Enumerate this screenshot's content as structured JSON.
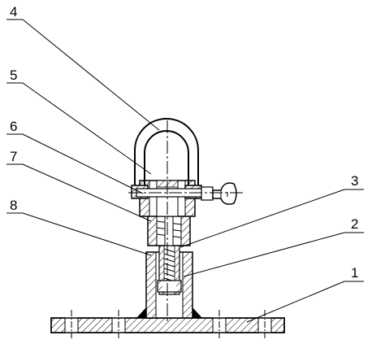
{
  "figure": {
    "part_labels": [
      {
        "id": "4",
        "text": "4"
      },
      {
        "id": "5",
        "text": "5"
      },
      {
        "id": "6",
        "text": "6"
      },
      {
        "id": "7",
        "text": "7"
      },
      {
        "id": "8",
        "text": "8"
      },
      {
        "id": "3",
        "text": "3"
      },
      {
        "id": "2",
        "text": "2"
      },
      {
        "id": "1",
        "text": "1"
      }
    ]
  }
}
